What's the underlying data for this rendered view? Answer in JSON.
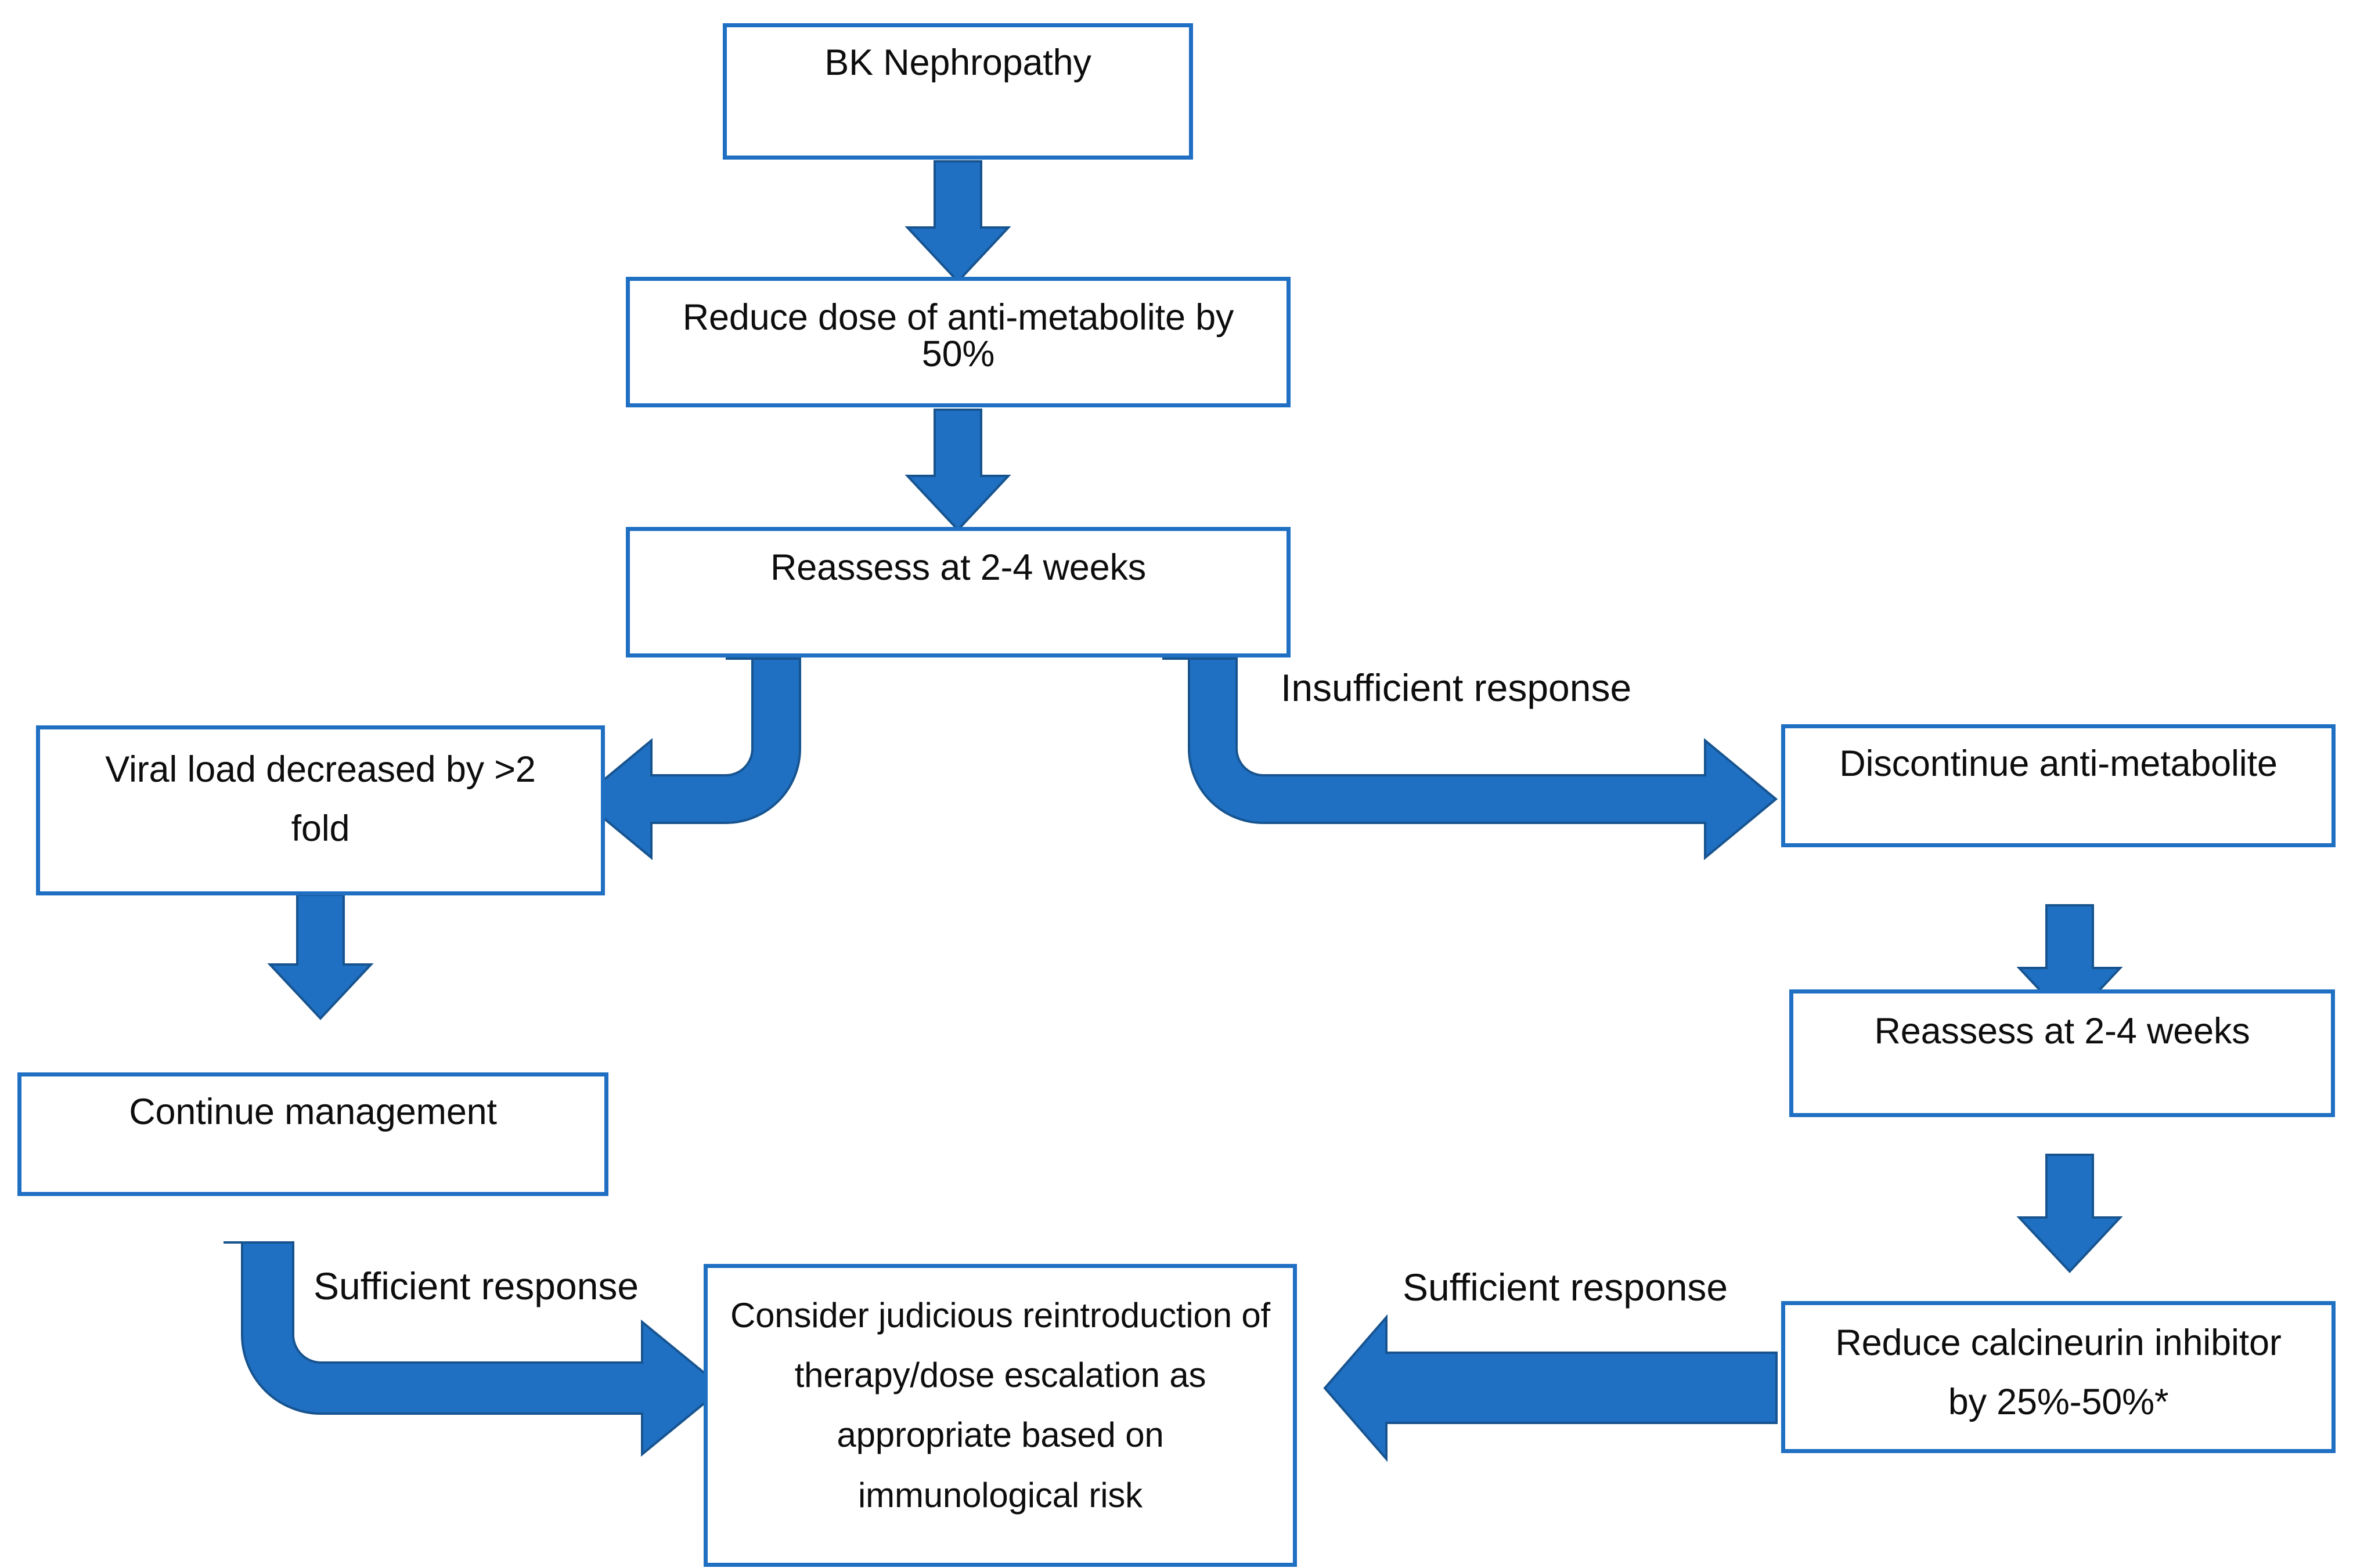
{
  "diagram": {
    "title": "BK Nephropathy management algorithm",
    "accent_color": "#1f6fc3",
    "arrow_outline_color": "#17548f",
    "text_color": "#0d0d0d",
    "background_color": "#ffffff"
  },
  "nodes": {
    "bk_nephropathy": "BK Nephropathy",
    "reduce_antimetabolite": "Reduce dose of anti-metabolite by 50%",
    "reassess_left": "Reassess at 2-4 weeks",
    "viral_load": "Viral load decreased by >2\nfold",
    "continue_management": "Continue management",
    "discontinue_antimetabolite": "Discontinue anti-metabolite",
    "reassess_right": "Reassess at 2-4 weeks",
    "reduce_cni": "Reduce calcineurin inhibitor\nby 25%-50%*",
    "consider_reintroduction": "Consider judicious reintroduction of\ntherapy/dose escalation as\nappropriate based on\nimmunological risk"
  },
  "edge_labels": {
    "insufficient_response": "Insufficient response",
    "sufficient_response_left": "Sufficient response",
    "sufficient_response_right": "Sufficient response"
  }
}
